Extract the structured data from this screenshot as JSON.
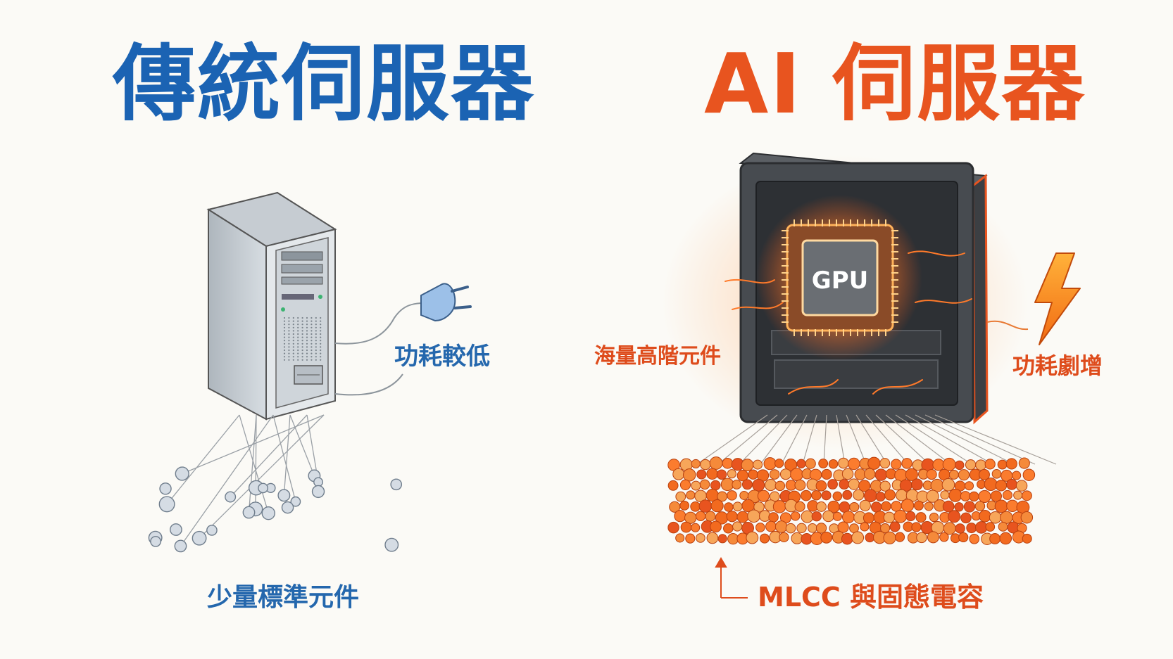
{
  "left_panel": {
    "title": "傳統伺服器",
    "power_label": "功耗較低",
    "components_label": "少量標準元件"
  },
  "right_panel": {
    "title": "AI 伺服器",
    "chip_label": "GPU",
    "components_label": "海量高階元件",
    "power_label": "功耗劇增",
    "capacitor_label": "MLCC 與固態電容"
  },
  "colors": {
    "traditional_accent": "#1b63b3",
    "ai_accent": "#e8541f",
    "background": "#fbfaf6"
  },
  "icons": [
    "server-tower-icon",
    "power-plug-icon",
    "gpu-chip-icon",
    "lightning-bolt-icon",
    "arrow-up-icon"
  ]
}
